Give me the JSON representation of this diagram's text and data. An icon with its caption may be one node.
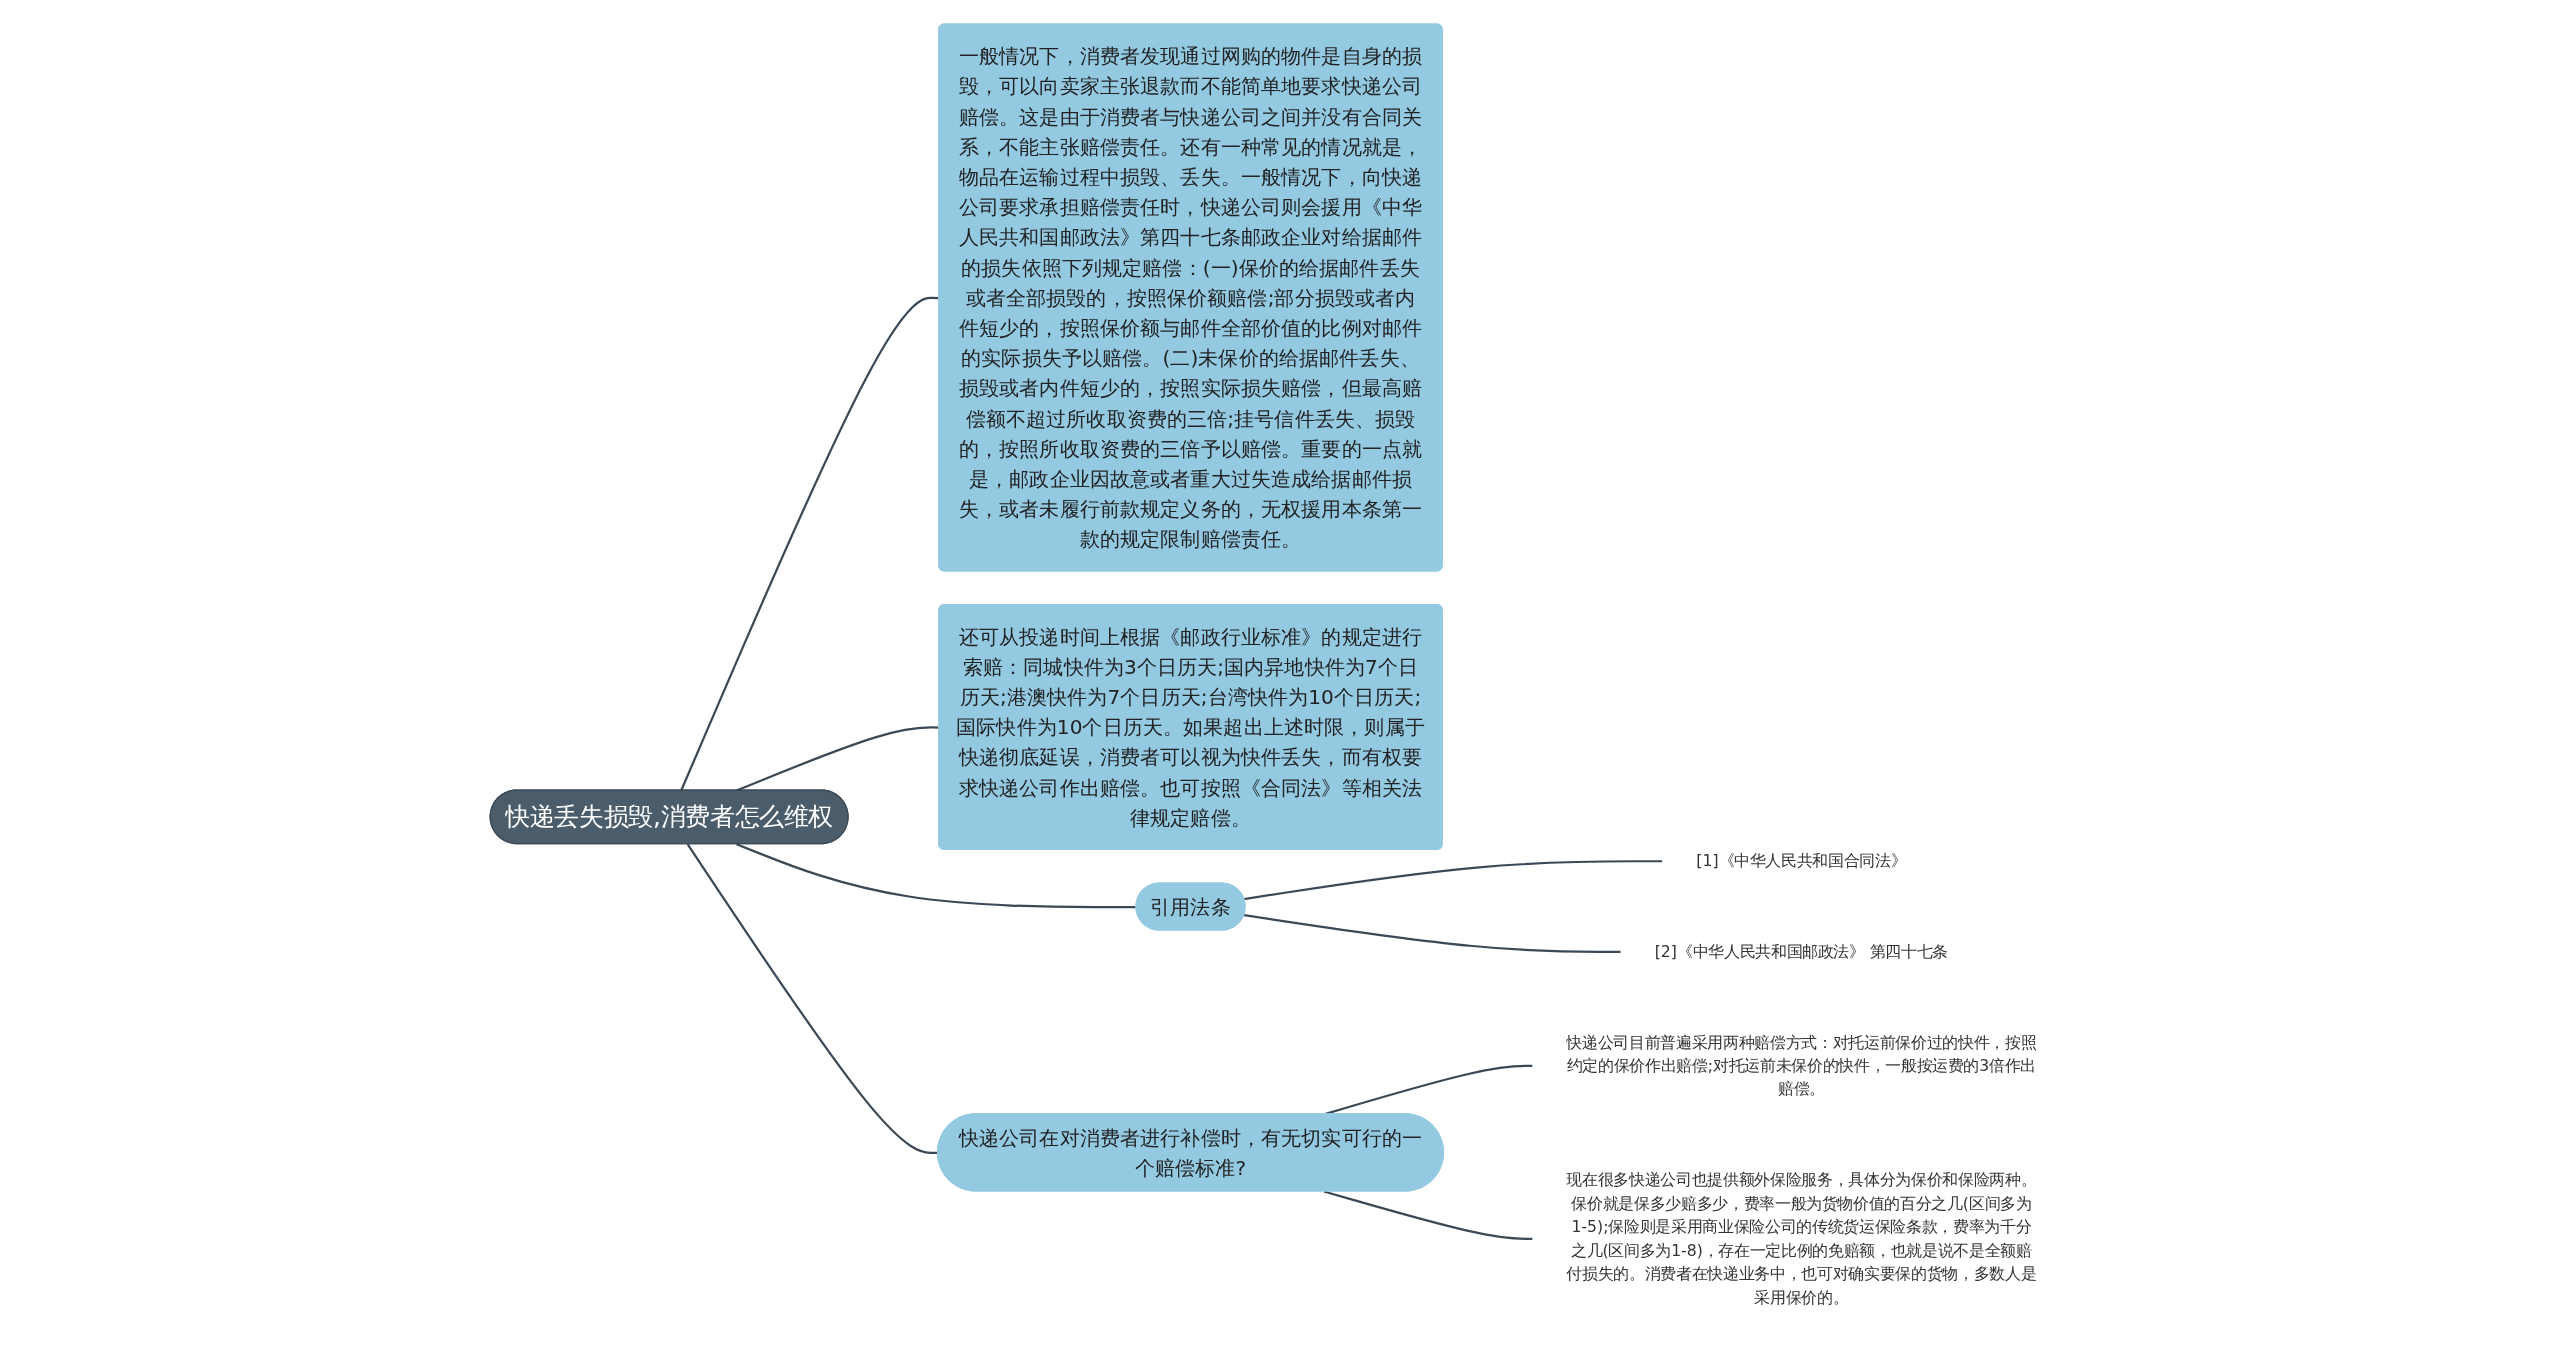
{
  "diagram": {
    "nodes": [
      {
        "text": [
          "快递丢失损毁,消费者怎么维权"
        ]
      },
      {
        "text": [
          "还可从投递时间上根据《邮政行业标准》的规定进行索赔：同城快件为3个日历天;国内异地快件为7个日历天;港澳快件为7个日历天;台湾快件为10个日历天;国际快件为10个日历天。如果超出上述时限，则属于快递彻底延误，消费者可以视为快件丢失，而有权要求快递公司作出赔偿。也可按照《合同法》等相关法律规定赔偿。"
        ]
      },
      {
        "text": [
          "引用法条"
        ]
      },
      {
        "text": [
          "[1]《中华人民共和国合同法》"
        ]
      },
      {
        "text": [
          "[2]《中华人民共和国邮政法》 第四十七条"
        ]
      },
      {
        "text": [
          "一般情况下，消费者发现通过网购的物件是自身的损毁，可以向卖家主张退款而不能简单地要求快递公司赔偿。这是由于消费者与快递公司之间并没有合同关系，不能主张赔偿责任。还有一种常见的情况就是，物品在运输过程中损毁、丢失。一般情况下，向快递公司要求承担赔偿责任时，快递公司则会援用《中华人民共和国邮政法》第四十七条邮政企业对给据邮件的损失依照下列规定赔偿：(一)保价的给据邮件丢失或者全部损毁的，按照保价额赔偿;部分损毁或者内件短少的，按照保价额与邮件全部价值的比例对邮件的实际损失予以赔偿。(二)未保价的给据邮件丢失、损毁或者内件短少的，按照实际损失赔偿，但最高赔偿额不超过所收取资费的三倍;挂号信件丢失、损毁的，按照所收取资费的三倍予以赔偿。重要的一点就是，邮政企业因故意或者重大过失造成给据邮件损失，或者未履行前款规定义务的，无权援用本条第一款的规定限制赔偿责任。"
        ]
      },
      {
        "text": [
          "快递公司在对消费者进行补偿时，有无切实可行的一个赔偿标准?"
        ]
      },
      {
        "text": [
          "快递公司目前普遍采用两种赔偿方式：对托运前保价过的快件，按照约定的保价作出赔偿;对托运前未保价的快件，一般按运费的3倍作出赔偿。"
        ]
      },
      {
        "text": [
          "现在很多快递公司也提供额外保险服务，具体分为保价和保险两种。保价就是保多少赔多少，费率一般为货物价值的百分之几(区间多为1-5);保险则是采用商业保险公司的传统货运保险条款，费率为千分之几(区间多为1-8)，存在一定比例的免赔额，也就是说不是全额赔付损失的。消费者在快递业务中，也可对确实要保的货物，多数人是采用保价的。"
        ]
      }
    ],
    "edges": [
      {
        "from": 0,
        "to": 1,
        "arrow": "none"
      },
      {
        "from": 0,
        "to": 2,
        "arrow": "none"
      },
      {
        "from": 2,
        "to": 3,
        "arrow": "none"
      },
      {
        "from": 2,
        "to": 4,
        "arrow": "none"
      },
      {
        "from": 0,
        "to": 5,
        "arrow": "none"
      },
      {
        "from": 0,
        "to": 6,
        "arrow": "none"
      },
      {
        "from": 6,
        "to": 7,
        "arrow": "none"
      },
      {
        "from": 6,
        "to": 8,
        "arrow": "none"
      }
    ]
  }
}
